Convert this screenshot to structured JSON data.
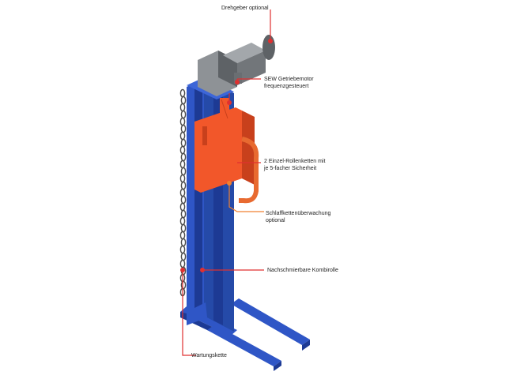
{
  "labels": {
    "drehgeber": "Drehgeber optional",
    "sew_line1": "SEW Getriebemotor",
    "sew_line2": "frequenzgesteuert",
    "ketten_line1": "2 Einzel-Rollenketten mit",
    "ketten_line2": "je 5-facher Sicherheit",
    "schlaff_line1": "Schlaffkettenüberwachung",
    "schlaff_line2": "optional",
    "kombirolle": "Nachschmierbare Kombirolle",
    "wartungskette": "Wartungskette"
  },
  "colors": {
    "frame_blue": "#2f56c6",
    "frame_blue_dark": "#1d3a94",
    "carriage_orange": "#f2572a",
    "carriage_orange_dark": "#c8401c",
    "motor_grey": "#8e9296",
    "motor_grey_dark": "#5e6266",
    "callout_red": "#e03030",
    "callout_orange": "#f08030"
  }
}
